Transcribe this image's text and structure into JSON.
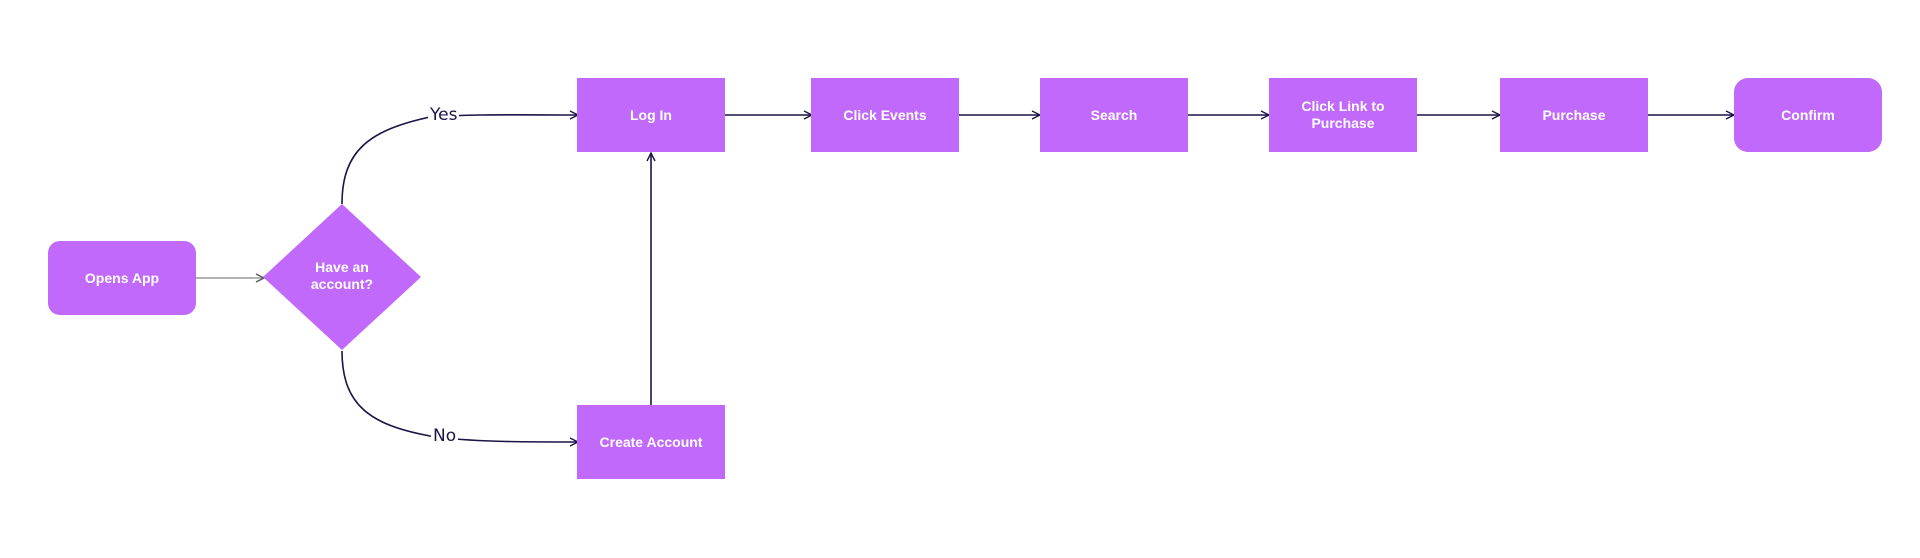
{
  "colors": {
    "node_fill": "#c069fa",
    "node_text": "#ffffff",
    "edge_dark": "#1b1446",
    "edge_light": "#9a9a9a",
    "background": "#ffffff"
  },
  "nodes": {
    "opens_app": "Opens App",
    "decision": "Have an account?",
    "log_in": "Log In",
    "create_account": "Create Account",
    "click_events": "Click Events",
    "search": "Search",
    "click_link": "Click Link to Purchase",
    "purchase": "Purchase",
    "confirm": "Confirm"
  },
  "edge_labels": {
    "yes": "Yes",
    "no": "No"
  }
}
